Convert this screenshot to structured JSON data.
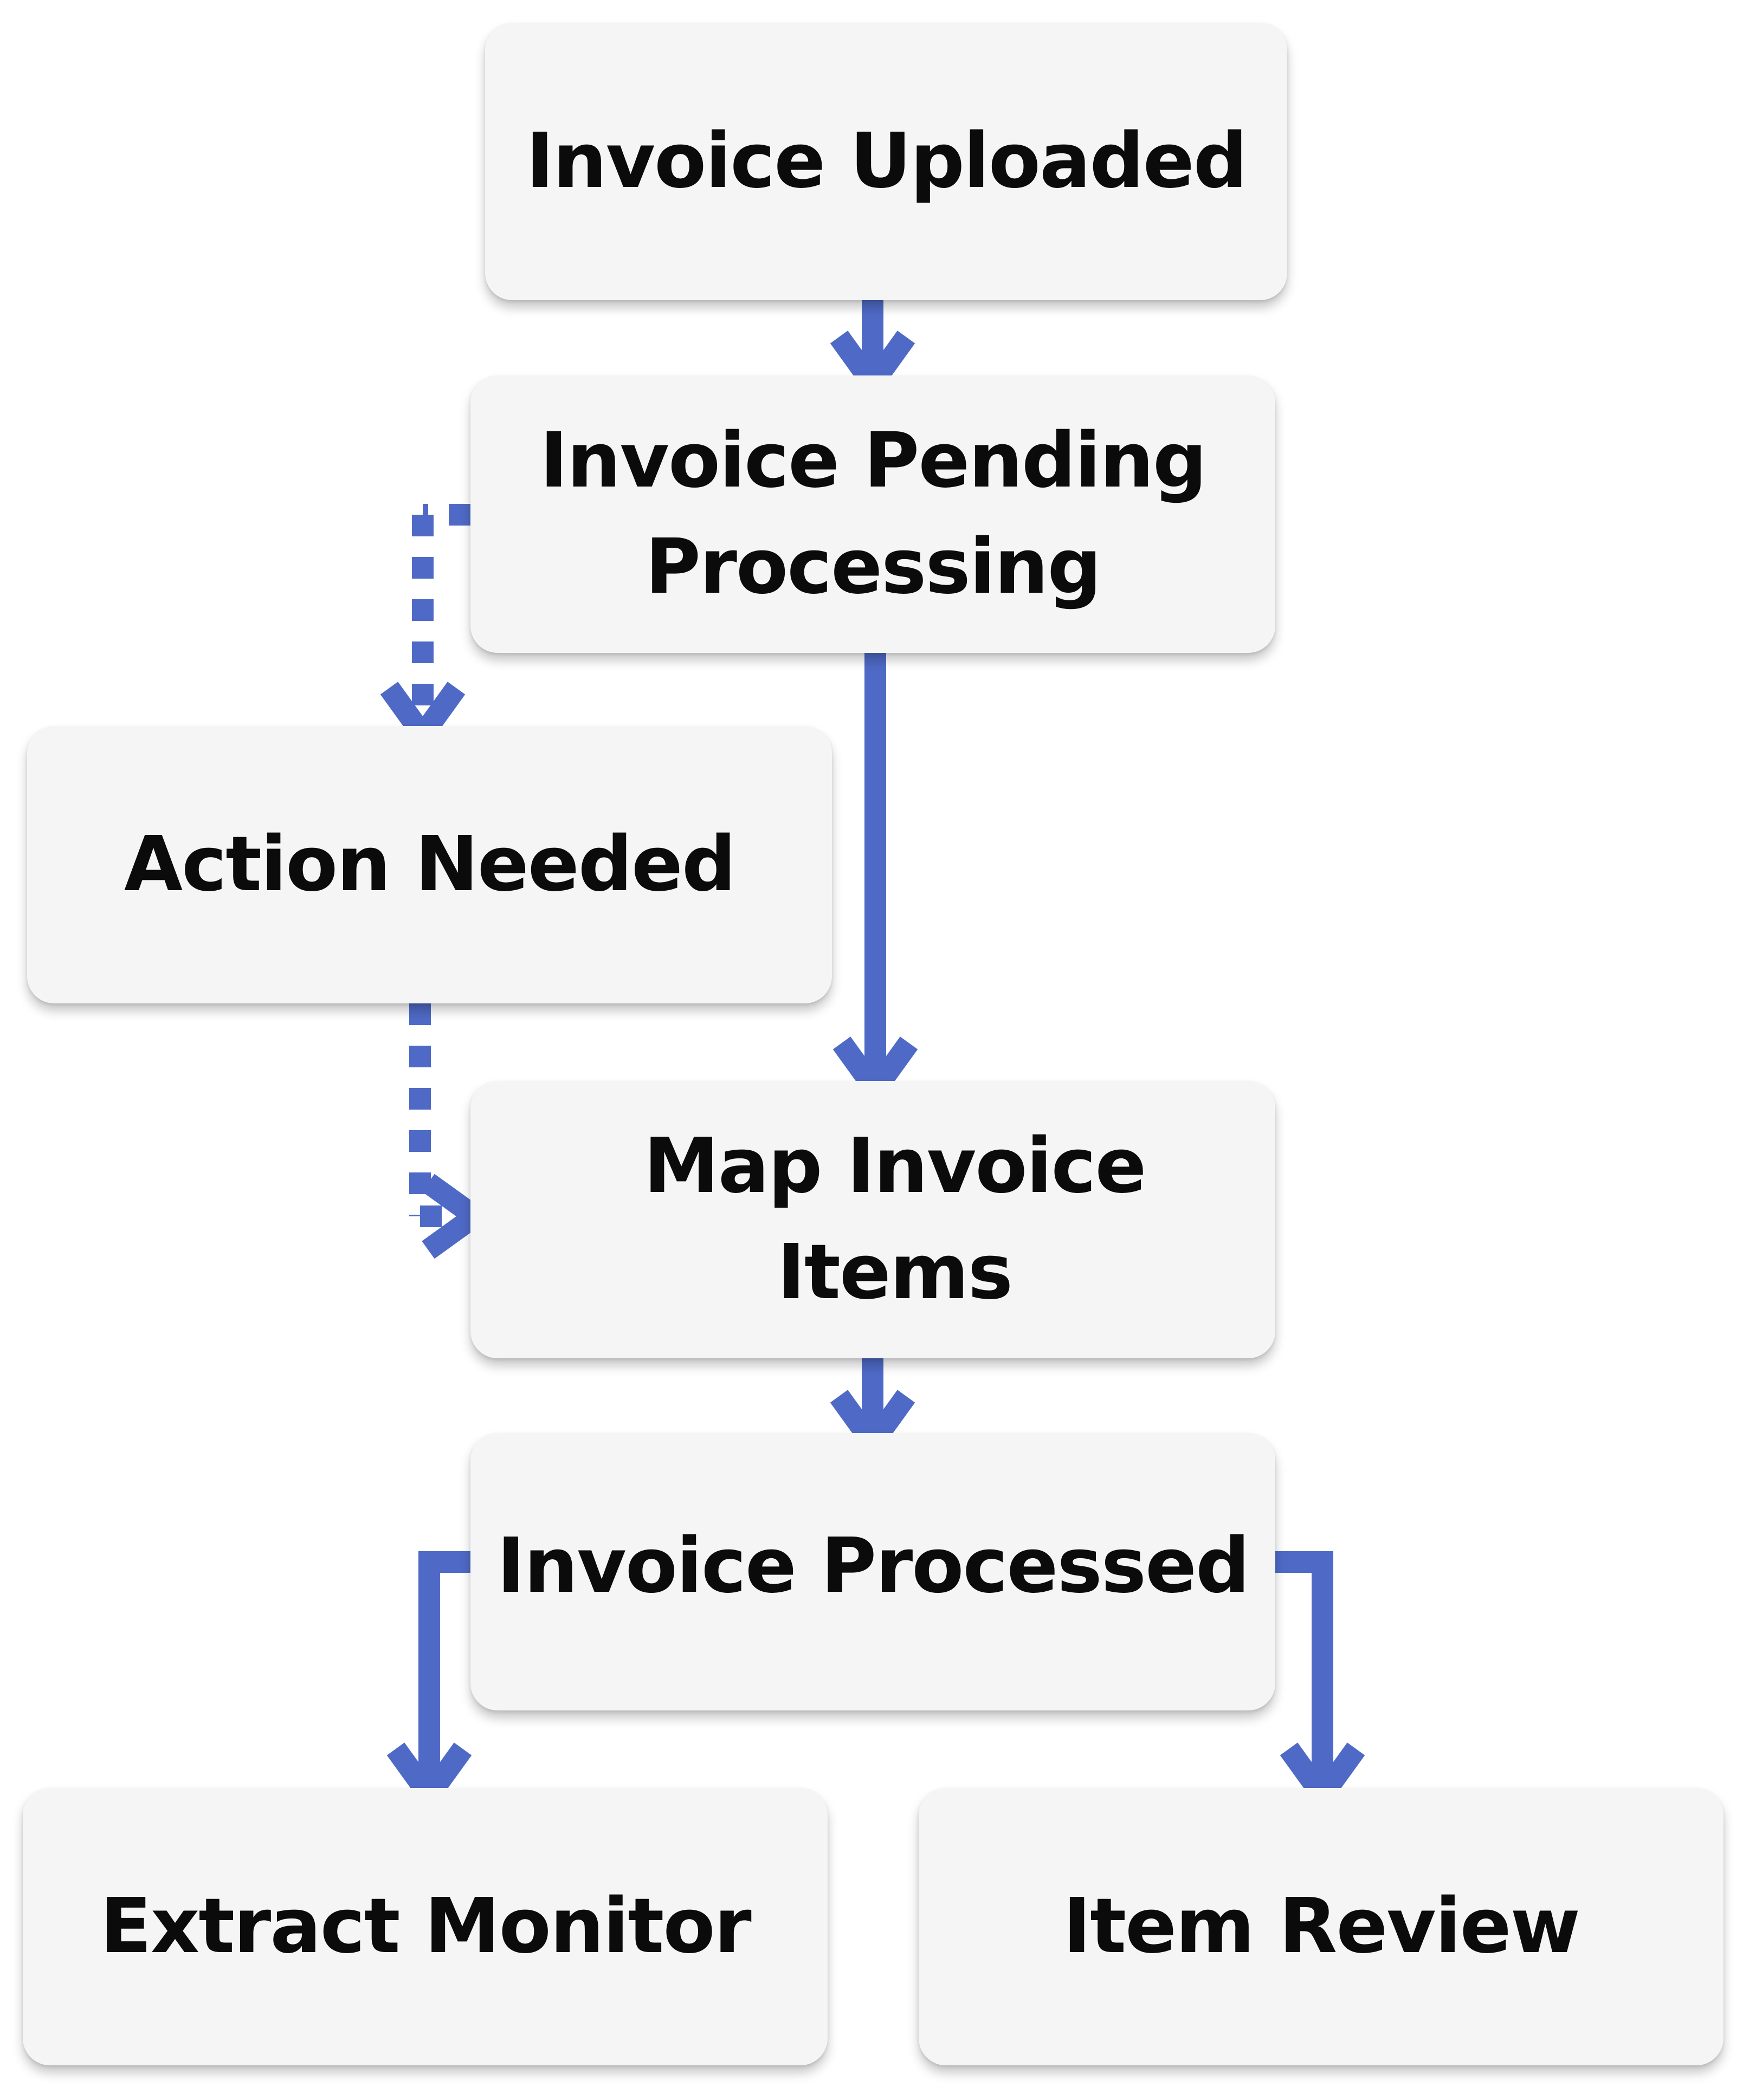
{
  "nodes": {
    "uploaded": {
      "label": "Invoice Uploaded"
    },
    "pending": {
      "line1": "Invoice Pending",
      "line2": "Processing"
    },
    "action": {
      "label": "Action Needed"
    },
    "map": {
      "label": "Map Invoice Items"
    },
    "processed": {
      "label": "Invoice Processed"
    },
    "extract": {
      "label": "Extract Monitor"
    },
    "review": {
      "label": "Item Review"
    }
  },
  "colors": {
    "arrow": "#4f6ac6",
    "node_fill": "#f5f5f5",
    "text": "#0b0b0b"
  }
}
